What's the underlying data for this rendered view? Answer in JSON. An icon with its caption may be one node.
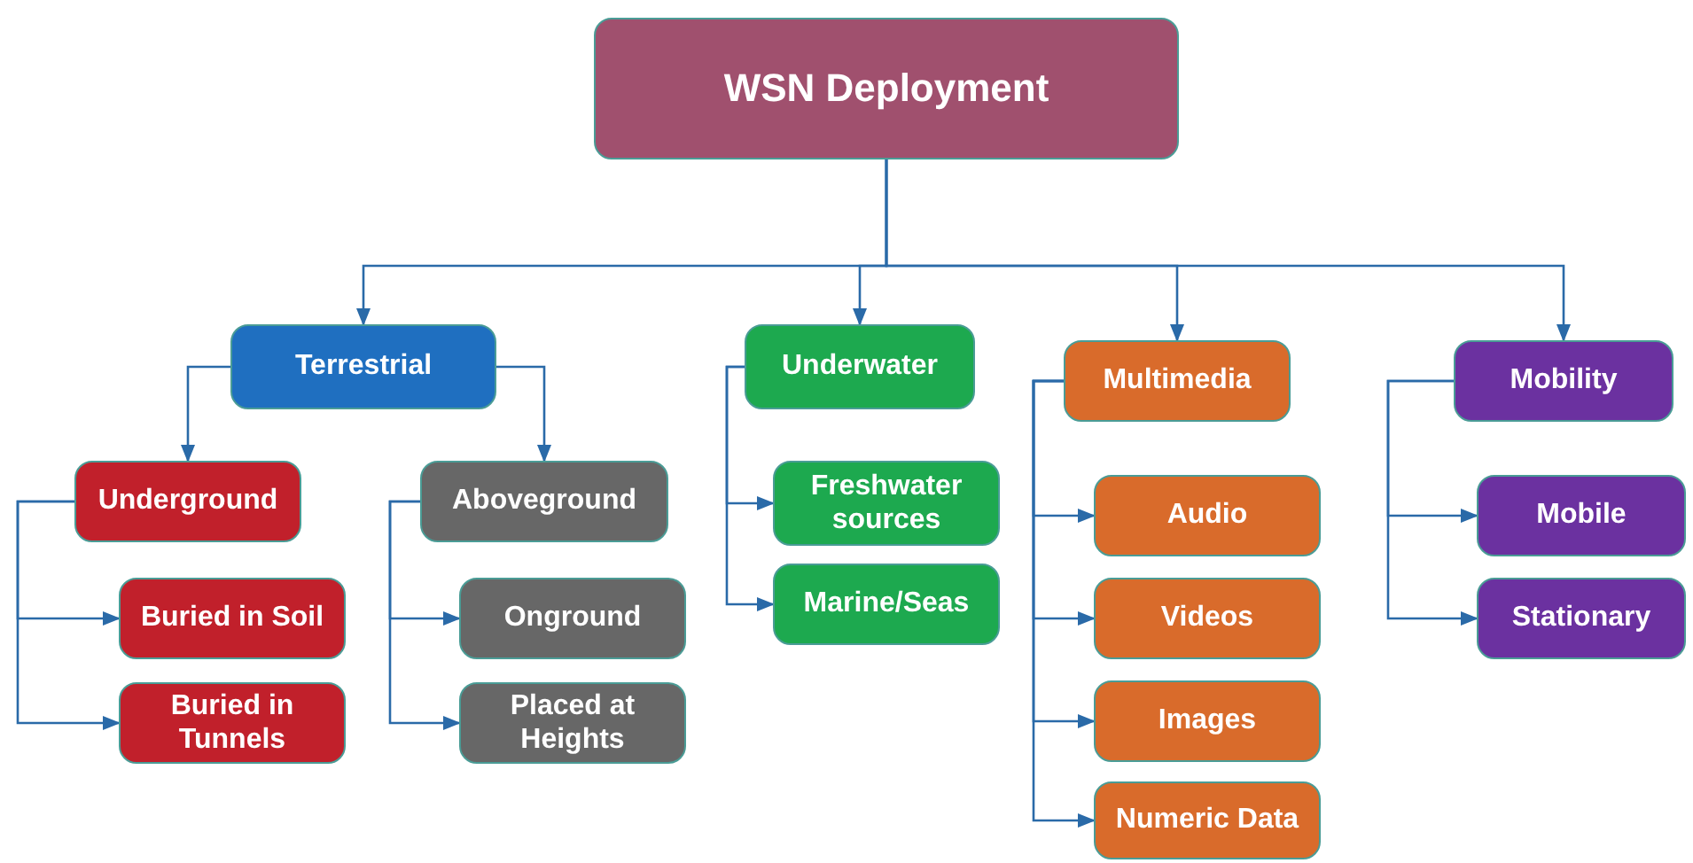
{
  "diagram": {
    "nodes": [
      {
        "text": [
          "WSN Deployment"
        ]
      },
      {
        "text": [
          "Terrestrial"
        ]
      },
      {
        "text": [
          "Underground"
        ]
      },
      {
        "text": [
          "Buried in Soil"
        ]
      },
      {
        "text": [
          "Buried in Tunnels"
        ]
      },
      {
        "text": [
          "Aboveground"
        ]
      },
      {
        "text": [
          "Onground"
        ]
      },
      {
        "text": [
          "Placed at Heights"
        ]
      },
      {
        "text": [
          "Underwater"
        ]
      },
      {
        "text": [
          "Freshwater sources"
        ]
      },
      {
        "text": [
          "Marine/Seas"
        ]
      },
      {
        "text": [
          "Multimedia"
        ]
      },
      {
        "text": [
          "Audio"
        ]
      },
      {
        "text": [
          "Videos"
        ]
      },
      {
        "text": [
          "Images"
        ]
      },
      {
        "text": [
          "Numeric Data"
        ]
      },
      {
        "text": [
          "Mobility"
        ]
      },
      {
        "text": [
          "Mobile"
        ]
      },
      {
        "text": [
          "Stationary"
        ]
      }
    ],
    "edges": [
      {
        "from": 0,
        "to": 1,
        "arrow": "to"
      },
      {
        "from": 0,
        "to": 8,
        "arrow": "to"
      },
      {
        "from": 0,
        "to": 11,
        "arrow": "to"
      },
      {
        "from": 0,
        "to": 16,
        "arrow": "to"
      },
      {
        "from": 1,
        "to": 2,
        "arrow": "to"
      },
      {
        "from": 1,
        "to": 5,
        "arrow": "to"
      },
      {
        "from": 2,
        "to": 3,
        "arrow": "to"
      },
      {
        "from": 2,
        "to": 4,
        "arrow": "to"
      },
      {
        "from": 5,
        "to": 6,
        "arrow": "to"
      },
      {
        "from": 5,
        "to": 7,
        "arrow": "to"
      },
      {
        "from": 8,
        "to": 9,
        "arrow": "to"
      },
      {
        "from": 8,
        "to": 10,
        "arrow": "to"
      },
      {
        "from": 11,
        "to": 12,
        "arrow": "to"
      },
      {
        "from": 11,
        "to": 13,
        "arrow": "to"
      },
      {
        "from": 11,
        "to": 14,
        "arrow": "to"
      },
      {
        "from": 11,
        "to": 15,
        "arrow": "to"
      },
      {
        "from": 16,
        "to": 17,
        "arrow": "to"
      },
      {
        "from": 16,
        "to": 18,
        "arrow": "to"
      }
    ]
  }
}
